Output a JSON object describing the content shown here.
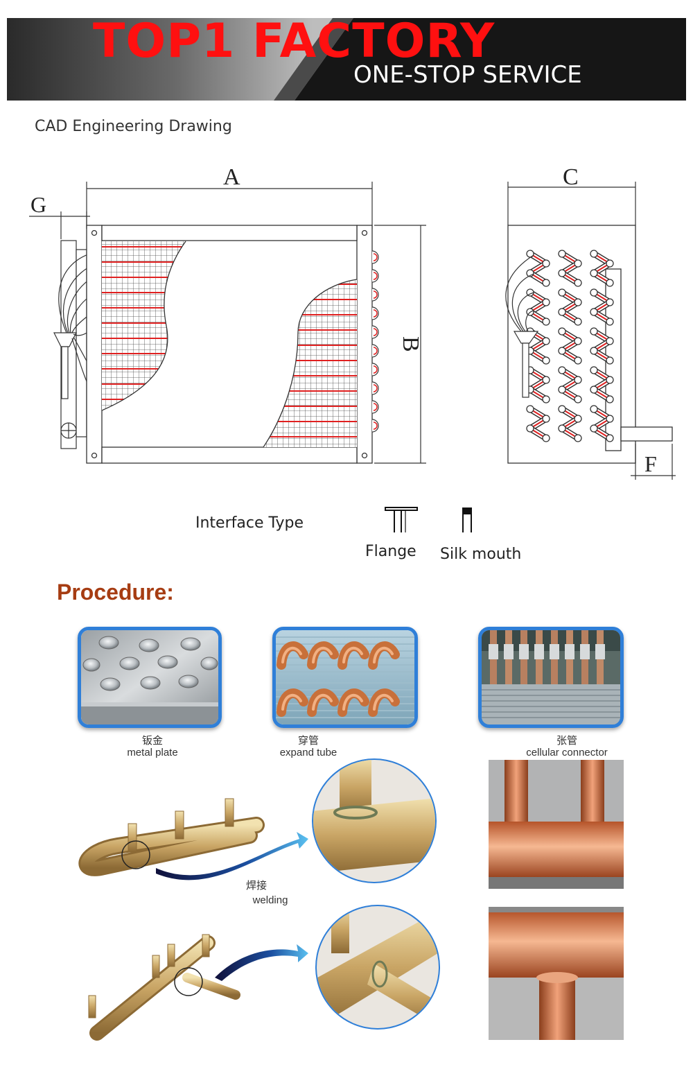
{
  "banner": {
    "title": "TOP1 FACTORY",
    "subtitle": "ONE-STOP SERVICE"
  },
  "drawing": {
    "section_title": "CAD Engineering Drawing",
    "dimension_labels": {
      "a": "A",
      "b": "B",
      "c": "C",
      "f": "F",
      "g": "G"
    }
  },
  "interface": {
    "label": "Interface Type",
    "types": [
      {
        "label": "Flange",
        "icon": "flange-icon"
      },
      {
        "label": "Silk mouth",
        "icon": "silk-mouth-icon"
      }
    ]
  },
  "procedure": {
    "title": "Procedure:",
    "steps": [
      {
        "cn": "钣金",
        "en": "metal plate"
      },
      {
        "cn": "穿管",
        "en": "expand tube"
      },
      {
        "cn": "张管",
        "en": "cellular connector"
      },
      {
        "cn": "焊接",
        "en": "welding"
      }
    ]
  },
  "colors": {
    "banner_red": "#ff1010",
    "procedure_title": "#a63c12",
    "photo_border": "#2f7fd8",
    "tube_red": "#e02020"
  }
}
